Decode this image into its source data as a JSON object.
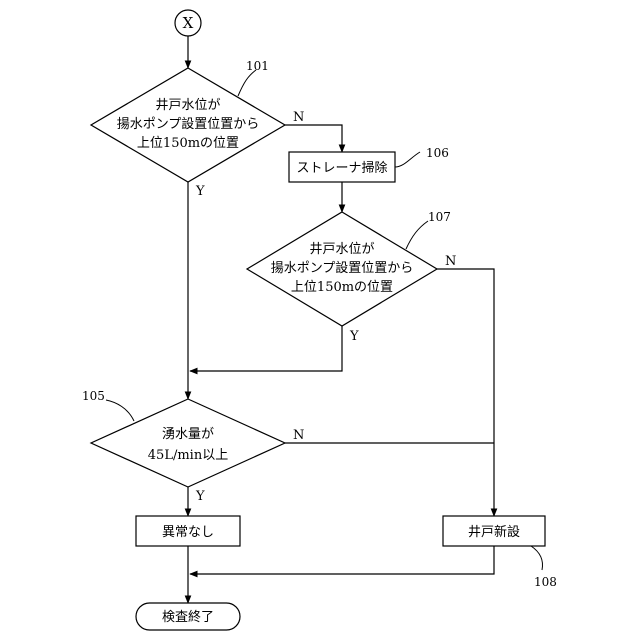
{
  "connector": "X",
  "decision_101": {
    "ref": "101",
    "lines": [
      "井戸水位が",
      "揚水ポンプ設置位置から",
      "上位150mの位置"
    ],
    "yes": "Y",
    "no": "N"
  },
  "process_106": {
    "ref": "106",
    "label": "ストレーナ掃除"
  },
  "decision_107": {
    "ref": "107",
    "lines": [
      "井戸水位が",
      "揚水ポンプ設置位置から",
      "上位150mの位置"
    ],
    "yes": "Y",
    "no": "N"
  },
  "decision_105": {
    "ref": "105",
    "lines": [
      "湧水量が",
      "45L/min以上"
    ],
    "yes": "Y",
    "no": "N"
  },
  "process_ok": {
    "label": "異常なし"
  },
  "process_108": {
    "ref": "108",
    "label": "井戸新設"
  },
  "terminal_end": {
    "label": "検査終了"
  }
}
